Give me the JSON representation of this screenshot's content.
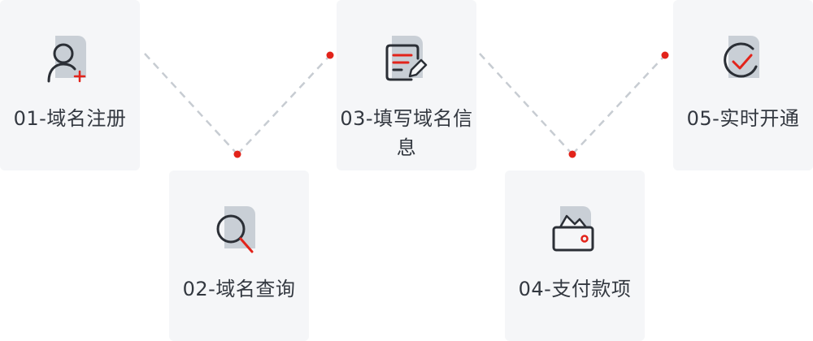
{
  "steps": [
    {
      "label": "01-域名注册",
      "icon": "user-add-icon"
    },
    {
      "label": "02-域名查询",
      "icon": "search-icon"
    },
    {
      "label": "03-填写域名信息",
      "icon": "edit-document-icon"
    },
    {
      "label": "04-支付款项",
      "icon": "wallet-icon"
    },
    {
      "label": "05-实时开通",
      "icon": "check-circle-icon"
    }
  ],
  "colors": {
    "card_bg": "#f5f6f8",
    "accent": "#e2231a",
    "icon_stroke": "#2b2f36",
    "connector": "#c7ccd2",
    "text": "#333840"
  }
}
